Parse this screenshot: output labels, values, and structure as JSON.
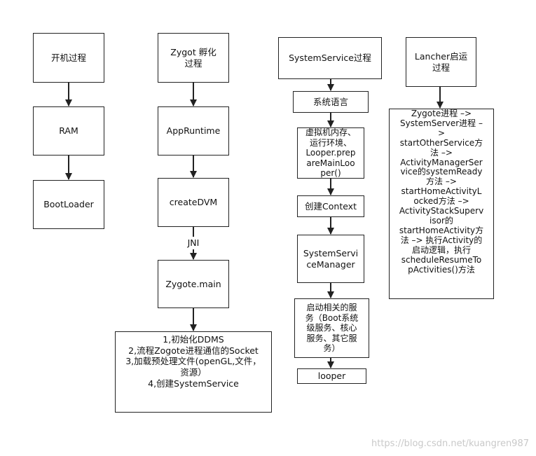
{
  "col1": {
    "boot": "开机过程",
    "ram": "RAM",
    "bootloader": "BootLoader"
  },
  "col2": {
    "zygote_hatch": "Zygot 孵化\n过程",
    "appruntime": "AppRuntime",
    "createdvm": "createDVM",
    "jni_label": "JNI",
    "zygote_main": "Zygote.main",
    "init_steps": "1,初始化DDMS\n2,流程Zogote进程通信的Socket\n3,加载预处理文件(openGL,文件，\n资源）\n4,创建SystemService"
  },
  "col3": {
    "systemservice": "SystemService过程",
    "system_lang": "系统语言",
    "vm_memory": "虚拟机内存、\n运行环境、\nLooper.prep\nareMainLoo\nper()",
    "create_context": "创建Context",
    "ssm": "SystemServi\nceManager",
    "start_services": "启动相关的服\n务（Boot系统\n级服务、核心\n服务、其它服\n务）",
    "looper": "looper"
  },
  "col4": {
    "launcher": "Lancher启运\n过程",
    "flow": "Zygote进程 –>\nSystemServer进程 –\n>\nstartOtherService方\n法 –>\nActivityManagerSer\nvice的systemReady\n方法 –>\nstartHomeActivityL\nocked方法 –>\nActivityStackSuperv\nisor的\nstartHomeActivity方\n法 –> 执行Activity的\n启动逻辑，执行\nscheduleResumeTo\npActivities()方法"
  },
  "watermark": "https://blog.csdn.net/kuangren987"
}
